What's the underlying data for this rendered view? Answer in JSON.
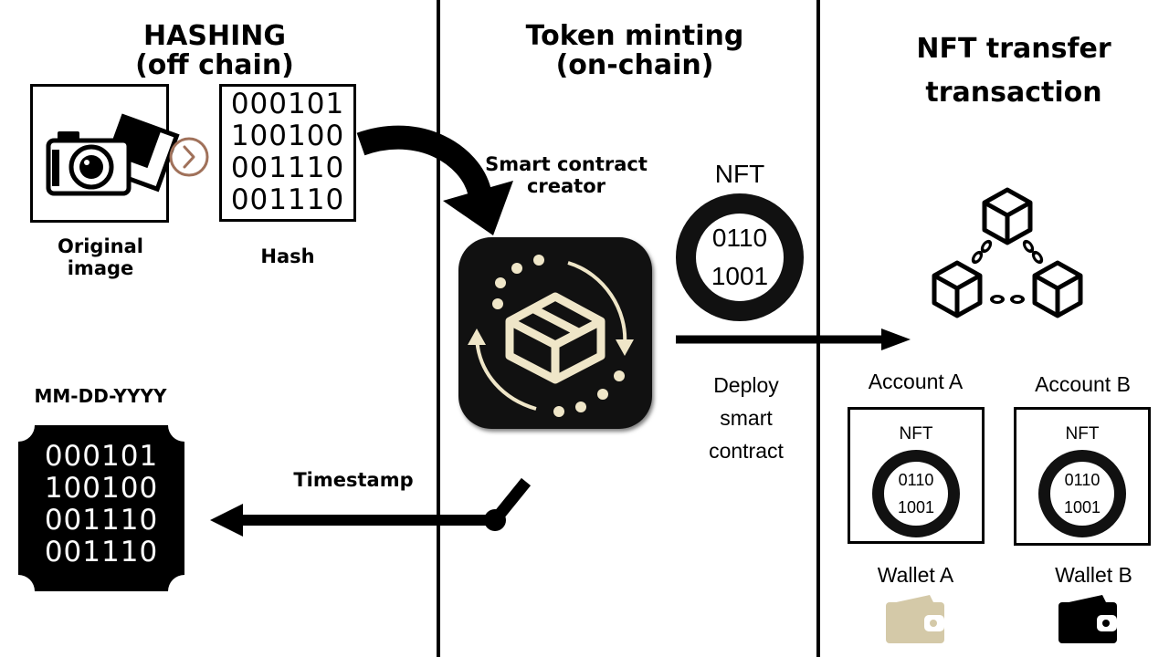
{
  "sections": {
    "hashing": {
      "title": "HASHING",
      "subtitle": "(off chain)"
    },
    "minting": {
      "title": "Token minting",
      "subtitle": "(on-chain)"
    },
    "transfer": {
      "title_line1": "NFT transfer",
      "title_line2": "transaction"
    }
  },
  "hashing": {
    "original_label_line1": "Original",
    "original_label_line2": "image",
    "hash_label": "Hash",
    "hash_lines": [
      "000101",
      "100100",
      "001110",
      "001110"
    ],
    "timestamp_format": "MM-DD-YYYY",
    "timestamp_hash_lines": [
      "000101",
      "100100",
      "001110",
      "001110"
    ]
  },
  "minting": {
    "creator_label_line1": "Smart contract",
    "creator_label_line2": "creator",
    "nft_label": "NFT",
    "nft_bits": [
      "0110",
      "1001"
    ],
    "deploy_lines": [
      "Deploy",
      "smart",
      "contract"
    ],
    "timestamp_label": "Timestamp"
  },
  "transfer": {
    "account_a": {
      "label": "Account A",
      "nft_label": "NFT",
      "bits": [
        "0110",
        "1001"
      ],
      "wallet": "Wallet A",
      "wallet_color": "#d4c9a8"
    },
    "account_b": {
      "label": "Account B",
      "nft_label": "NFT",
      "bits": [
        "0110",
        "1001"
      ],
      "wallet": "Wallet B",
      "wallet_color": "#000000"
    }
  },
  "colors": {
    "accent_cream": "#efe6c8",
    "arrow_brown": "#a0715a",
    "app_icon_bg": "#111111"
  },
  "icons": [
    "camera-icon",
    "photo-icon",
    "chevron-right-icon",
    "smart-contract-app-icon",
    "blockchain-network-icon",
    "wallet-icon"
  ]
}
